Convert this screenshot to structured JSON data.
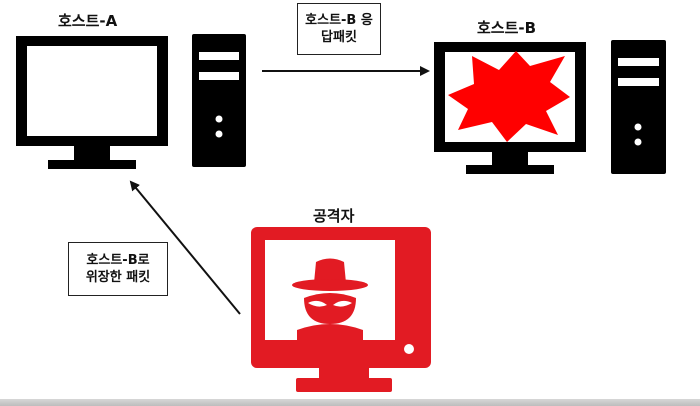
{
  "labels": {
    "host_a": "호스트-A",
    "host_b": "호스트-B",
    "attacker": "공격자"
  },
  "boxes": {
    "response": {
      "line1": "호스트-B 응",
      "line2": "답패킷"
    },
    "spoofed": {
      "line1": "호스트-B로",
      "line2": "위장한 패킷"
    }
  },
  "colors": {
    "black": "#000000",
    "red": "#e21b23",
    "burst": "#ff0000"
  },
  "icons": [
    "monitor-icon",
    "pc-tower-icon",
    "explosion-icon",
    "hacker-icon",
    "arrow-icon"
  ]
}
